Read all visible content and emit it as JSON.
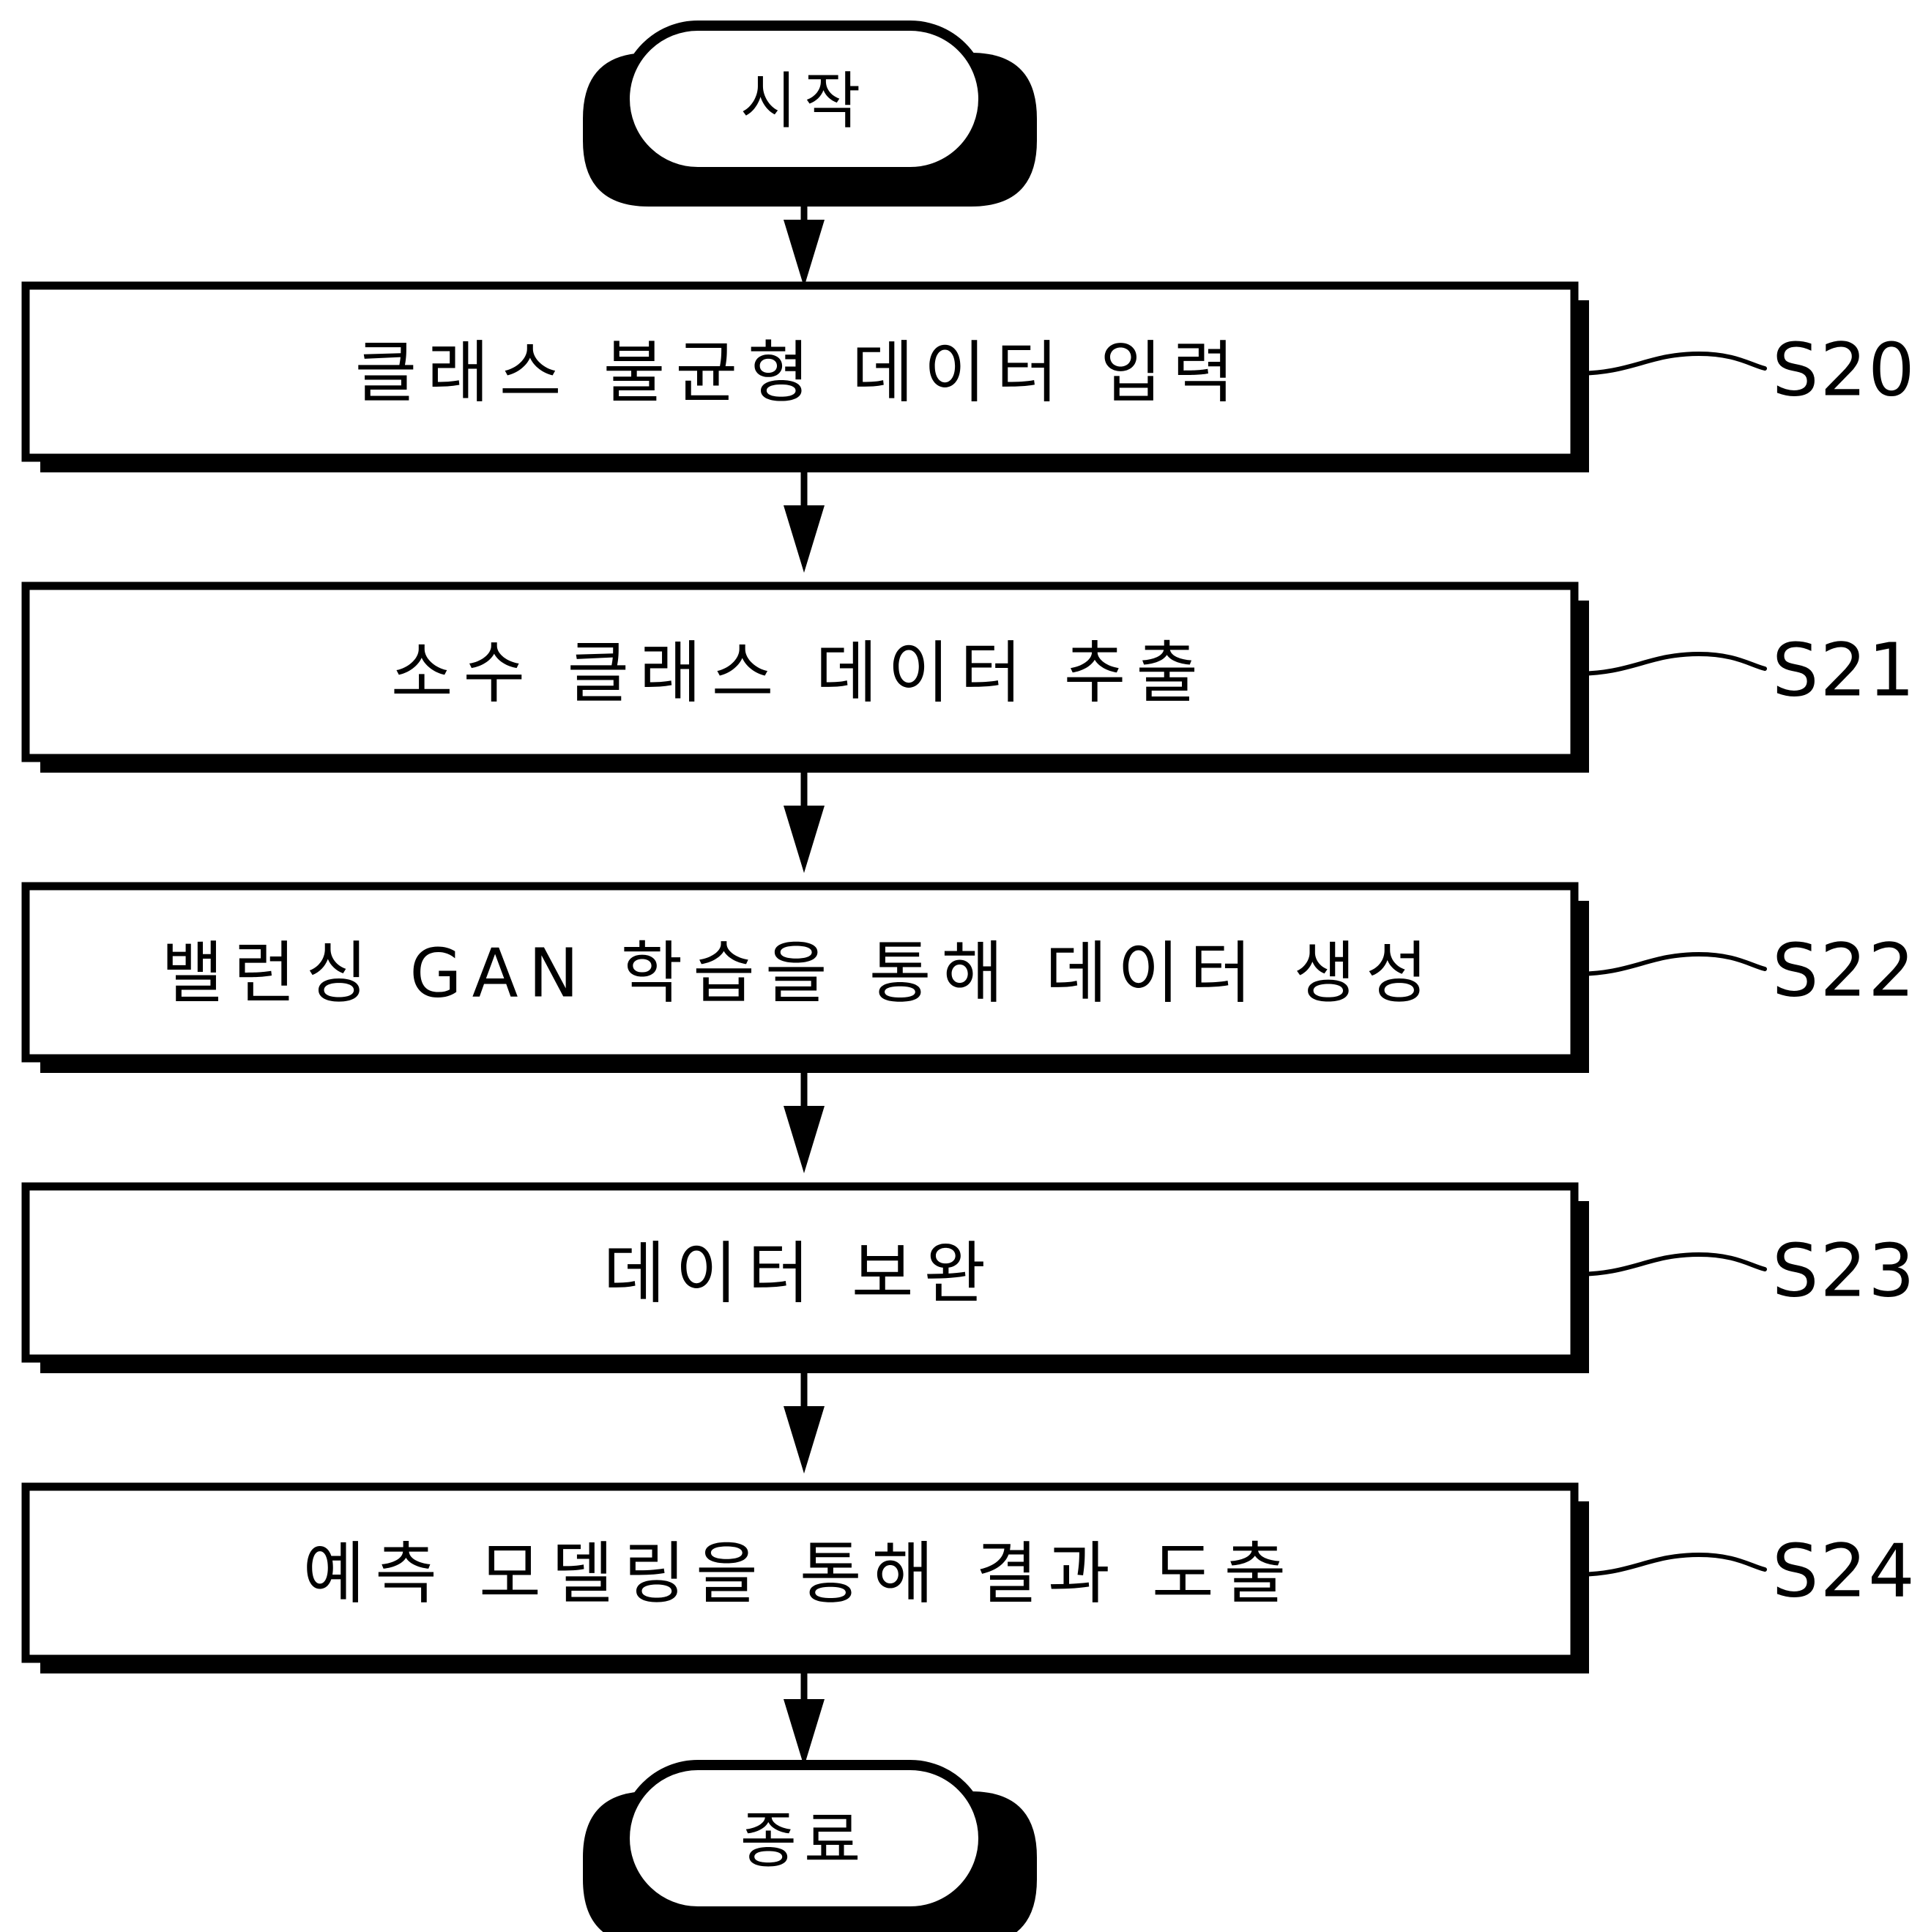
{
  "diagram": {
    "title": "",
    "language": "ko",
    "orientation": "top-to-bottom",
    "colors": {
      "background": "#ffffff",
      "stroke": "#000000",
      "fill": "#ffffff",
      "shadow": "#000000"
    },
    "start_node": {
      "label": "시작",
      "shape": "stadium"
    },
    "end_node": {
      "label": "종료",
      "shape": "stadium"
    },
    "steps": [
      {
        "label": "클래스 불균형 데이터 입력",
        "ref": "S20",
        "shape": "rectangle"
      },
      {
        "label": "소수 클래스 데이터 추출",
        "ref": "S21",
        "shape": "rectangle"
      },
      {
        "label": "밸런싱 GAN 학습을 통해 데이터 생성",
        "ref": "S22",
        "shape": "rectangle"
      },
      {
        "label": "데이터 보완",
        "ref": "S23",
        "shape": "rectangle"
      },
      {
        "label": "예측 모델링을 통해 결과 도출",
        "ref": "S24",
        "shape": "rectangle"
      }
    ],
    "connectors": [
      {
        "from": "start",
        "to": "S20",
        "arrow": "down"
      },
      {
        "from": "S20",
        "to": "S21",
        "arrow": "down"
      },
      {
        "from": "S21",
        "to": "S22",
        "arrow": "down"
      },
      {
        "from": "S22",
        "to": "S23",
        "arrow": "down"
      },
      {
        "from": "S23",
        "to": "S24",
        "arrow": "down"
      },
      {
        "from": "S24",
        "to": "end",
        "arrow": "down"
      }
    ]
  }
}
